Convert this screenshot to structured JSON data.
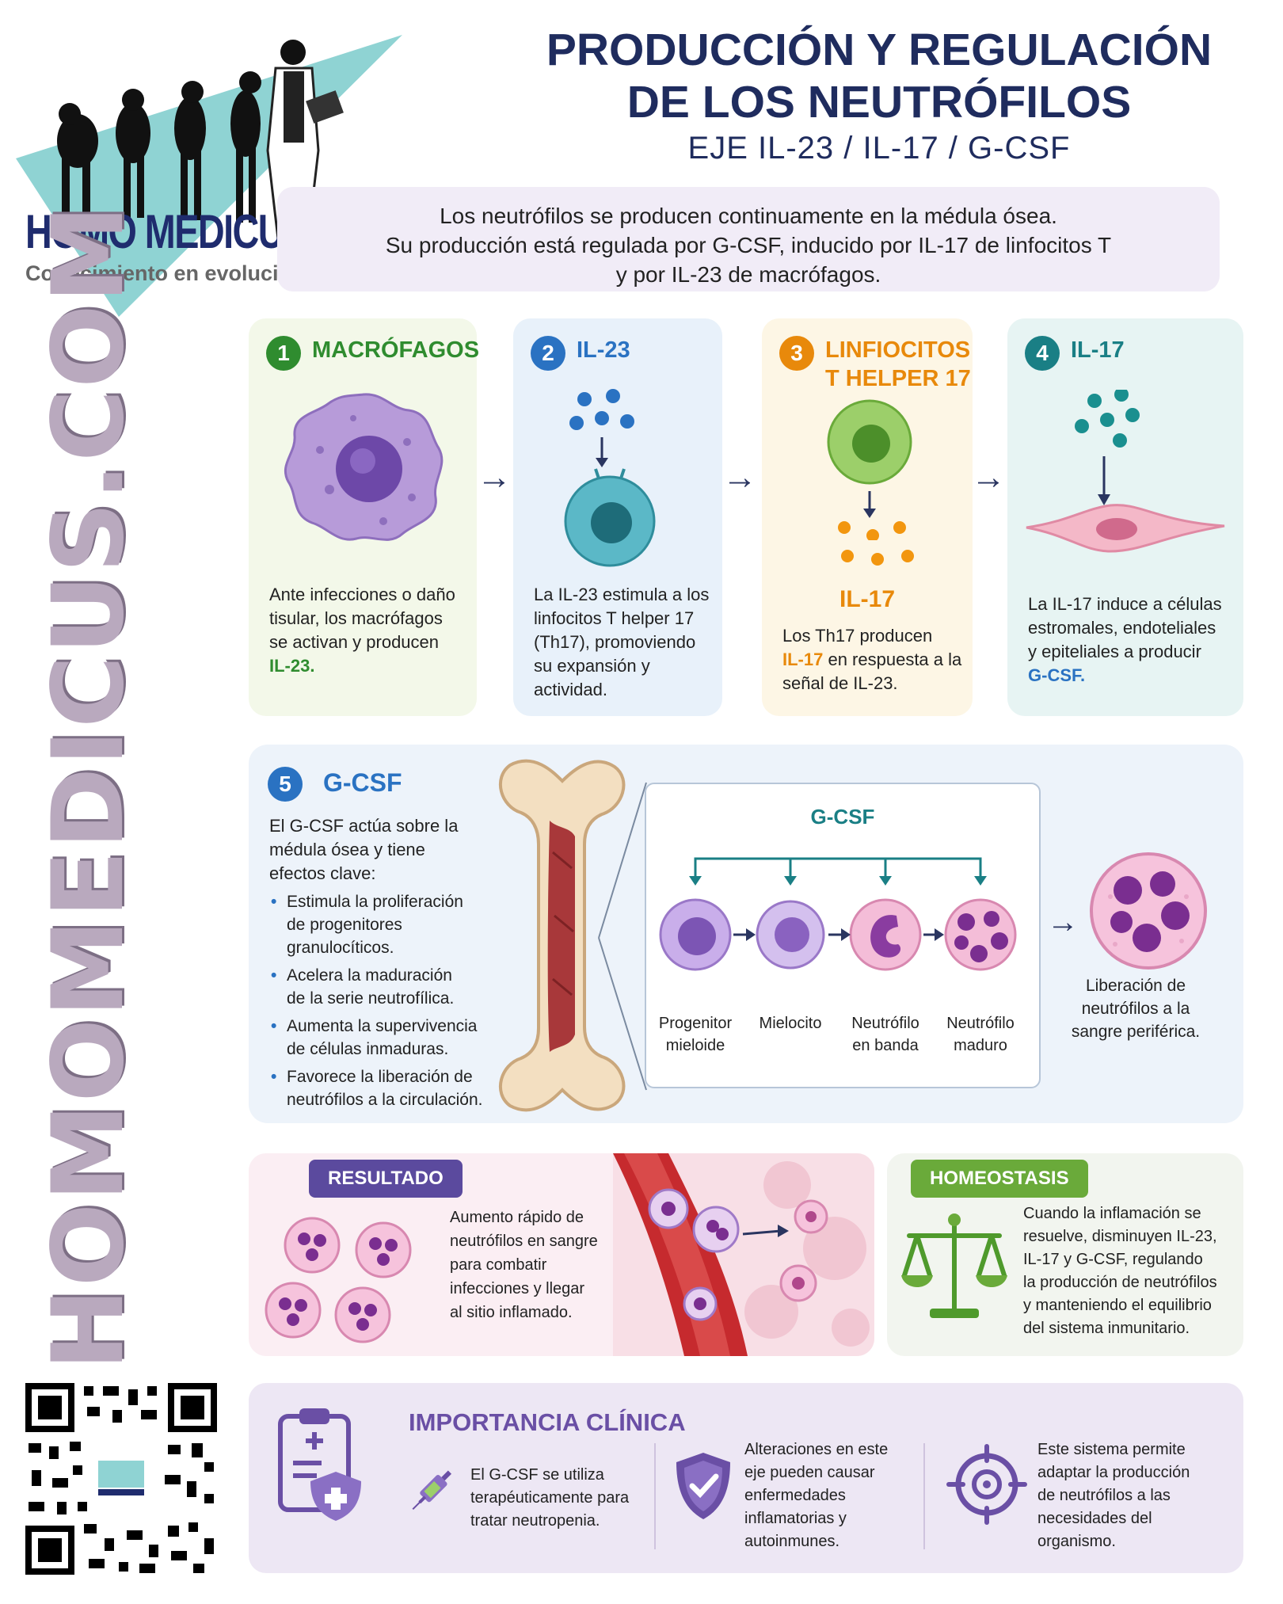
{
  "brand": {
    "name": "HOMO MEDICUS",
    "tagline": "Conocimiento en evolución...",
    "url": "HOMOMEDICUS.COM"
  },
  "header": {
    "title_line1": "PRODUCCIÓN Y REGULACIÓN",
    "title_line2": "DE LOS NEUTRÓFILOS",
    "subtitle": "EJE IL-23 / IL-17 / G-CSF",
    "intro_line1": "Los neutrófilos se producen continuamente en la médula ósea.",
    "intro_line2": "Su producción está regulada por G-CSF, inducido por IL-17 de linfocitos T",
    "intro_line3": "y por IL-23 de macrófagos."
  },
  "steps": [
    {
      "number": "1",
      "title": "MACRÓFAGOS",
      "text_lines": [
        "Ante infecciones o daño",
        "tisular, los macrófagos",
        "se activan y producen"
      ],
      "highlight": "IL-23."
    },
    {
      "number": "2",
      "title": "IL-23",
      "text_lines": [
        "La IL-23 estimula a los",
        "linfocitos T helper 17",
        "(Th17), promoviendo",
        "su expansión y",
        "actividad."
      ]
    },
    {
      "number": "3",
      "title_line1": "LINFIOCITOS",
      "title_line2": "T HELPER 17",
      "product_label": "IL-17",
      "text_line1": "Los Th17 producen",
      "text_highlight": "IL-17",
      "text_line2_rest": " en respuesta a la",
      "text_line3": "señal de IL-23."
    },
    {
      "number": "4",
      "title": "IL-17",
      "text_lines": [
        "La IL-17 induce a células",
        "estromales, endoteliales",
        "y epiteliales a producir"
      ],
      "highlight": "G-CSF."
    }
  ],
  "gcsf": {
    "number": "5",
    "title": "G-CSF",
    "intro_lines": [
      "El G-CSF actúa sobre la",
      "médula ósea y tiene",
      "efectos clave:"
    ],
    "bullets": [
      [
        "Estimula la proliferación",
        "de progenitores",
        "granulocíticos."
      ],
      [
        "Acelera la maduración",
        "de la serie neutrofílica."
      ],
      [
        "Aumenta la supervivencia",
        "de células inmaduras."
      ],
      [
        "Favorece la liberación de",
        "neutrófilos a la circulación."
      ]
    ],
    "box_title": "G-CSF",
    "stages": [
      [
        "Progenitor",
        "mieloide"
      ],
      [
        "Mielocito",
        ""
      ],
      [
        "Neutrófilo",
        "en banda"
      ],
      [
        "Neutrófilo",
        "maduro"
      ]
    ],
    "release_lines": [
      "Liberación de",
      "neutrófilos a la",
      "sangre periférica."
    ]
  },
  "result": {
    "badge": "RESULTADO",
    "text_lines": [
      "Aumento rápido de",
      "neutrófilos en sangre",
      "para combatir",
      "infecciones y llegar",
      "al sitio inflamado."
    ]
  },
  "homeostasis": {
    "badge": "HOMEOSTASIS",
    "text_lines": [
      "Cuando la inflamación se",
      "resuelve, disminuyen IL-23,",
      "IL-17 y G-CSF, regulando",
      "la producción de neutrófilos",
      "y manteniendo el equilibrio",
      "del sistema inmunitario."
    ]
  },
  "clinical": {
    "title": "IMPORTANCIA CLÍNICA",
    "item1_lines": [
      "El G-CSF se utiliza",
      "terapéuticamente para",
      "tratar neutropenia."
    ],
    "item2_lines": [
      "Alteraciones en este",
      "eje pueden causar",
      "enfermedades",
      "inflamatorias y",
      "autoinmunes."
    ],
    "item3_lines": [
      "Este sistema permite",
      "adaptar la producción",
      "de neutrófilos a las",
      "necesidades del",
      "organismo."
    ]
  },
  "colors": {
    "navy": "#1f2c5e",
    "green": "#2f8c2f",
    "blue": "#2a72c2",
    "orange": "#e8890b",
    "teal": "#1a7f85",
    "purple": "#6a4fa5"
  }
}
